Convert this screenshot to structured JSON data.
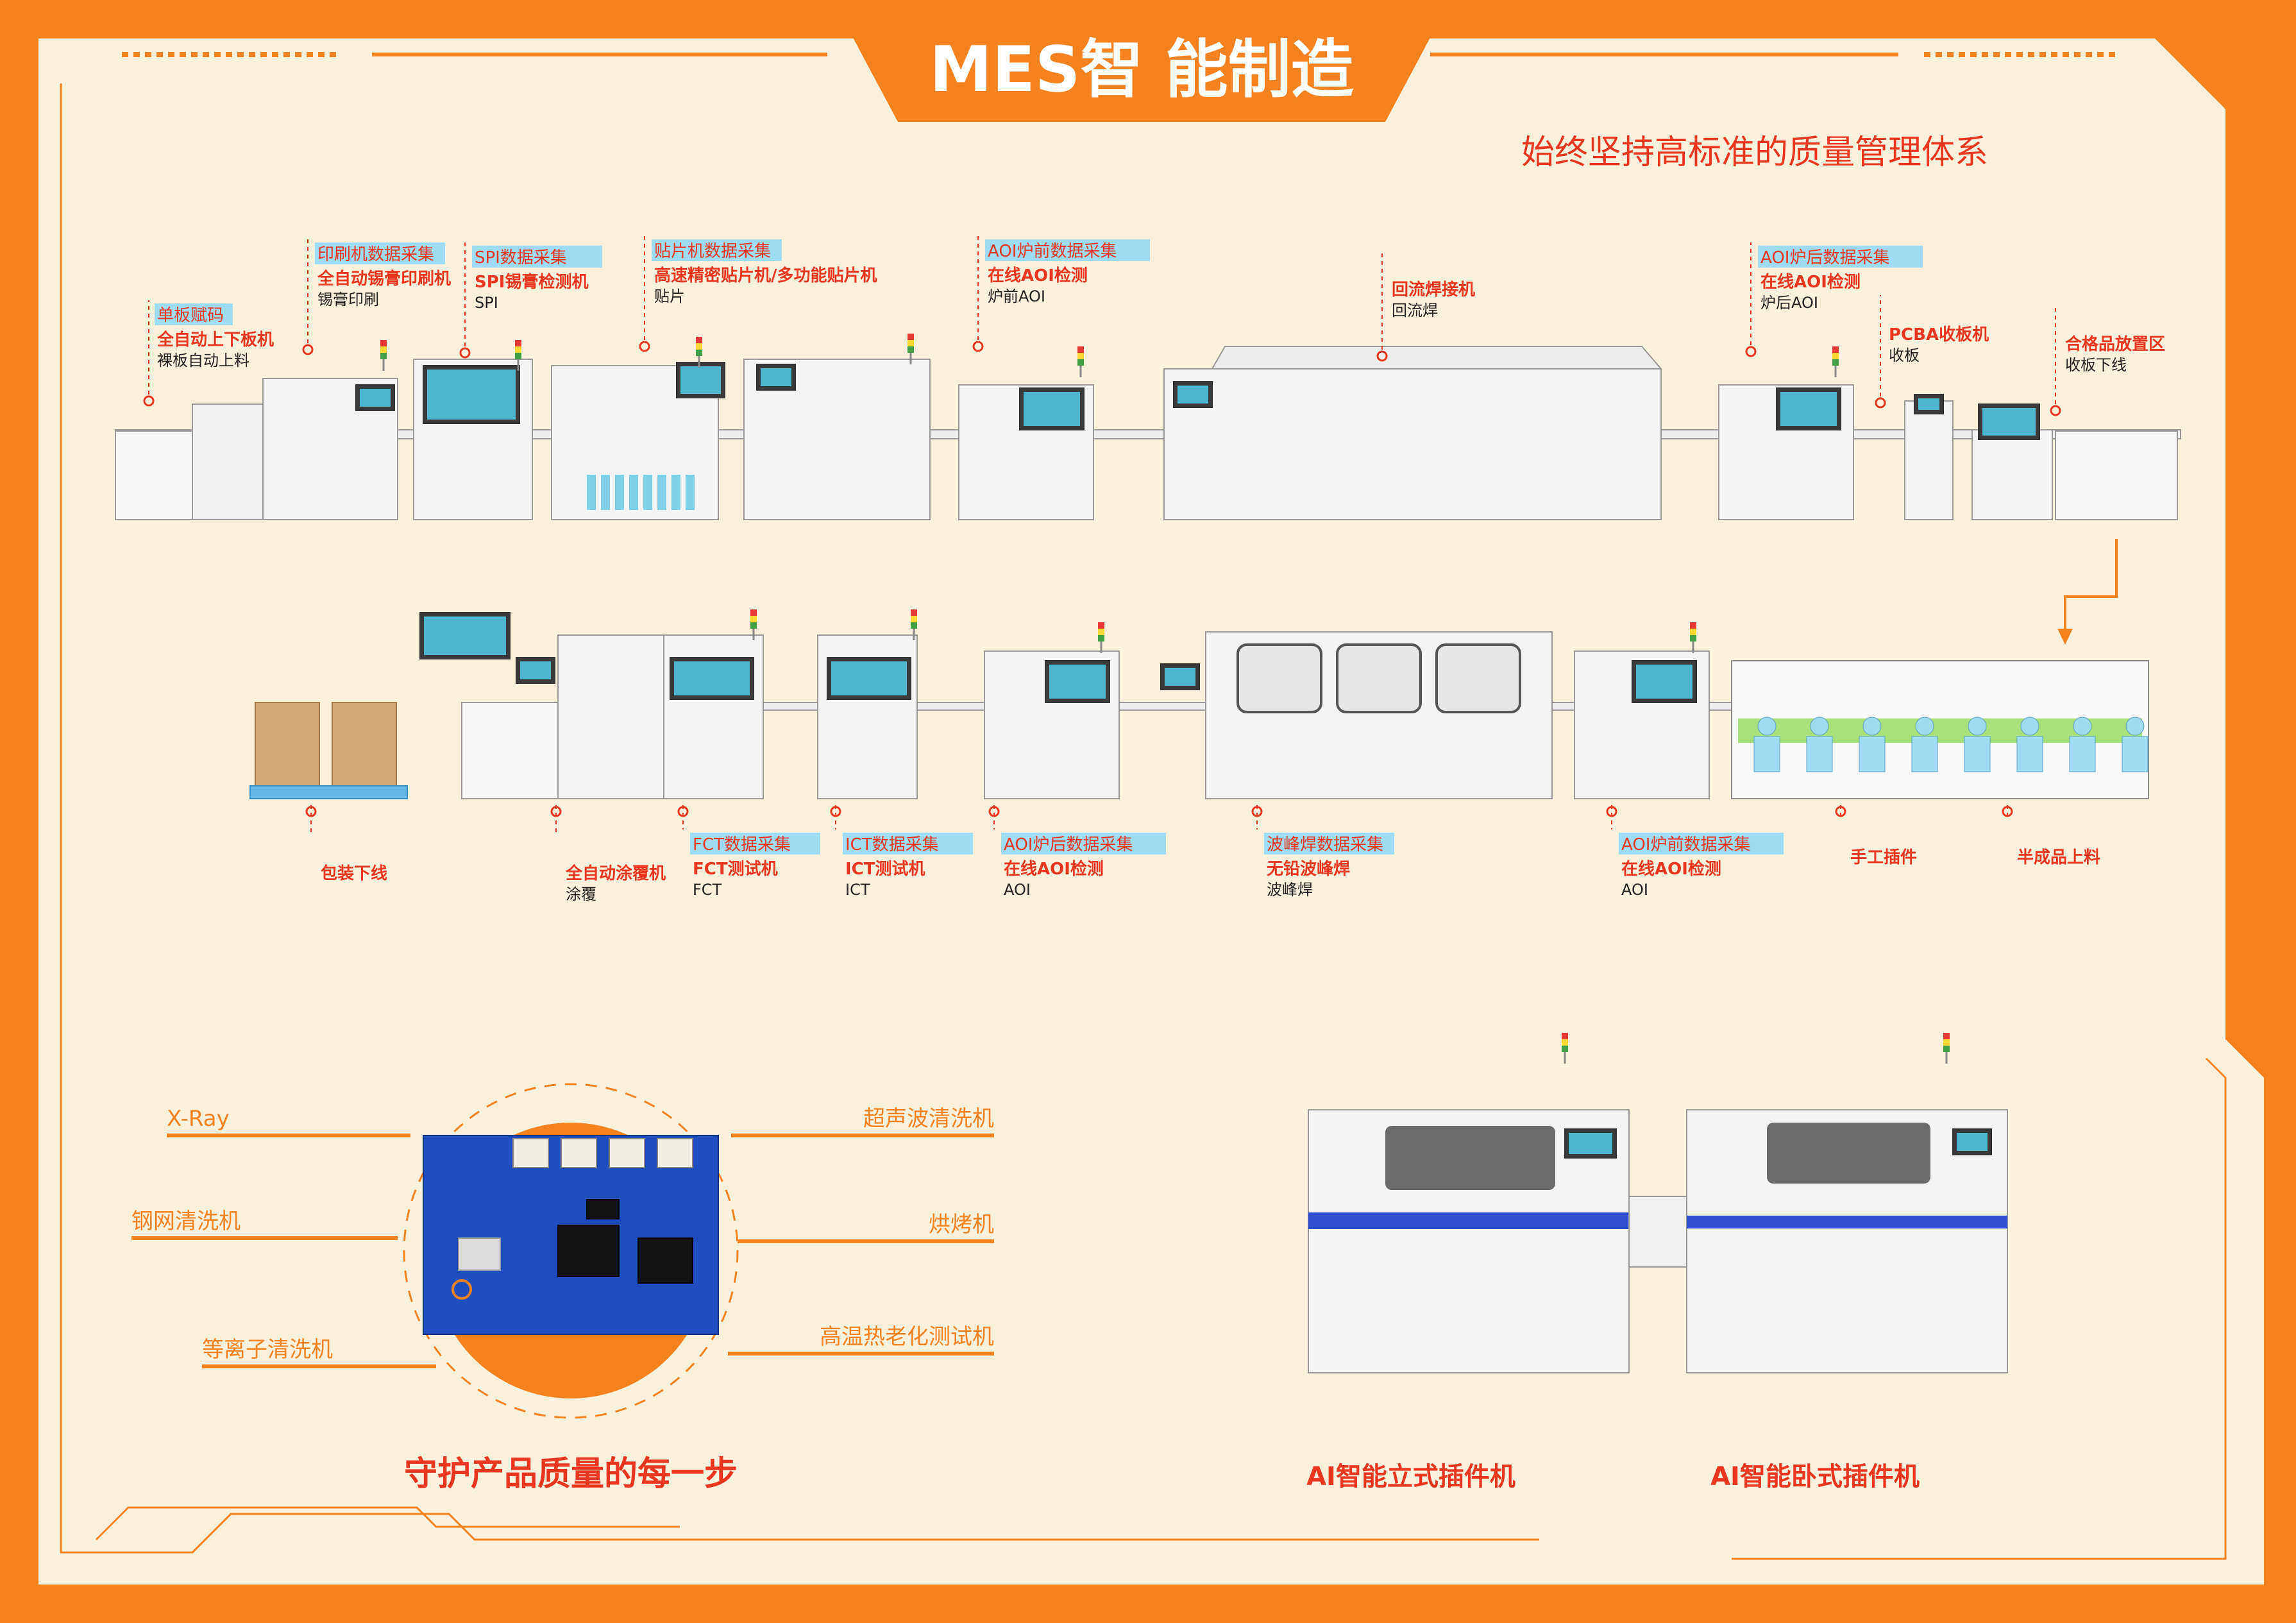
{
  "header": {
    "title": "MES智 能制造",
    "subtitle": "始终坚持高标准的质量管理体系"
  },
  "colors": {
    "accent": "#f58220",
    "background": "#faf1dc",
    "label_bg": "#9fdcf4",
    "text_red": "#e8361f",
    "text_dark": "#222222",
    "screen": "#4db6cc"
  },
  "top_line": [
    {
      "tag": "单板赋码",
      "title": "全自动上下板机",
      "sub": "裸板自动上料"
    },
    {
      "tag": "印刷机数据采集",
      "title": "全自动锡膏印刷机",
      "sub": "锡膏印刷"
    },
    {
      "tag": "SPI数据采集",
      "title": "SPI锡膏检测机",
      "sub": "SPI"
    },
    {
      "tag": "贴片机数据采集",
      "title": "高速精密贴片机/多功能贴片机",
      "sub": "贴片"
    },
    {
      "tag": "AOI炉前数据采集",
      "title": "在线AOI检测",
      "sub": "炉前AOI"
    },
    {
      "tag": "",
      "title": "回流焊接机",
      "sub": "回流焊"
    },
    {
      "tag": "AOI炉后数据采集",
      "title": "在线AOI检测",
      "sub": "炉后AOI"
    },
    {
      "tag": "",
      "title": "PCBA收板机",
      "sub": "收板"
    },
    {
      "tag": "",
      "title": "合格品放置区",
      "sub": "收板下线"
    }
  ],
  "bottom_line": [
    {
      "tag": "",
      "title": "包装下线",
      "sub": ""
    },
    {
      "tag": "",
      "title": "全自动涂覆机",
      "sub": "涂覆"
    },
    {
      "tag": "FCT数据采集",
      "title": "FCT测试机",
      "sub": "FCT"
    },
    {
      "tag": "ICT数据采集",
      "title": "ICT测试机",
      "sub": "ICT"
    },
    {
      "tag": "AOI炉后数据采集",
      "title": "在线AOI检测",
      "sub": "AOI"
    },
    {
      "tag": "波峰焊数据采集",
      "title": "无铅波峰焊",
      "sub": "波峰焊"
    },
    {
      "tag": "AOI炉前数据采集",
      "title": "在线AOI检测",
      "sub": "AOI"
    },
    {
      "tag": "",
      "title": "手工插件",
      "sub": ""
    },
    {
      "tag": "",
      "title": "半成品上料",
      "sub": ""
    }
  ],
  "quality": {
    "left_items": [
      "X-Ray",
      "钢网清洗机",
      "等离子清洗机"
    ],
    "right_items": [
      "超声波清洗机",
      "烘烤机",
      "高温热老化测试机"
    ],
    "slogan": "守护产品质量的每一步"
  },
  "machines": {
    "vertical": "AI智能立式插件机",
    "horizontal": "AI智能卧式插件机"
  }
}
